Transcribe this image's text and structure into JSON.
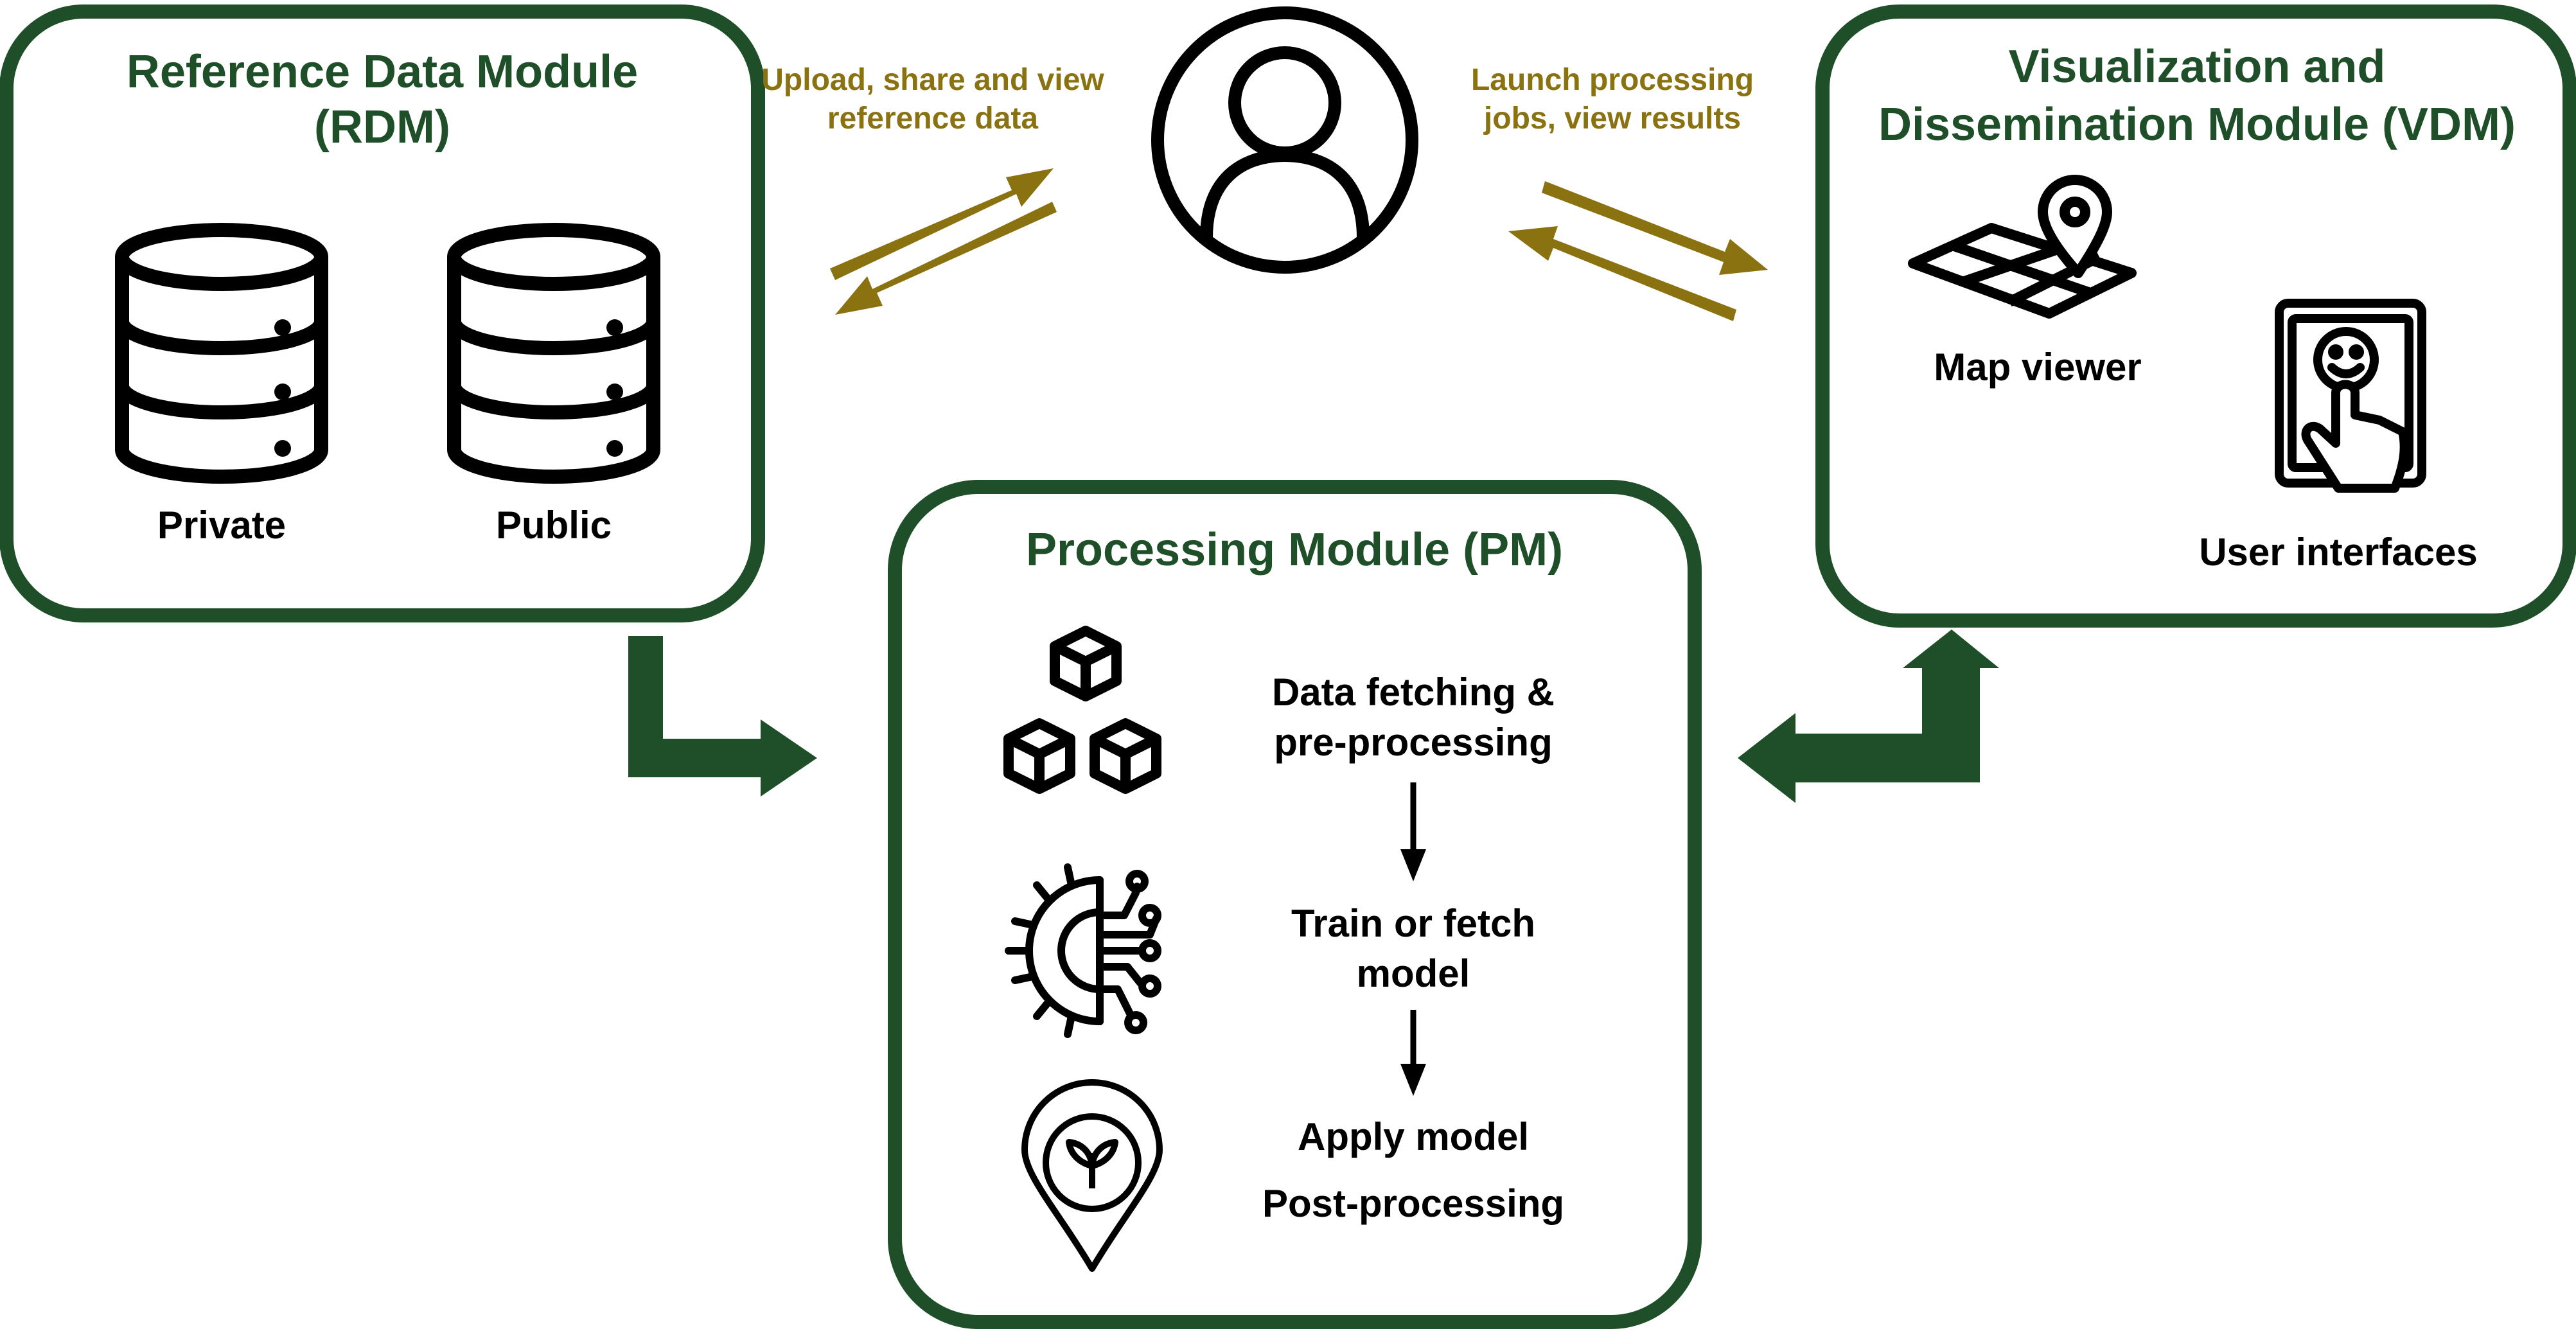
{
  "colors": {
    "module_border": "#1f4f29",
    "title": "#1f4f29",
    "user_arrow": "#8a7211",
    "flow_arrow": "#1f4f29",
    "text": "#000000"
  },
  "rdm": {
    "title_line1": "Reference Data Module",
    "title_line2": "(RDM)",
    "db_private": "Private",
    "db_public": "Public",
    "icons": [
      "database-icon",
      "database-icon"
    ]
  },
  "user": {
    "icon": "user-avatar-icon",
    "left_label_line1": "Upload, share and view",
    "left_label_line2": "reference data",
    "right_label_line1": "Launch processing",
    "right_label_line2": "jobs, view results"
  },
  "vdm": {
    "title_line1": "Visualization and",
    "title_line2": "Dissemination Module (VDM)",
    "map_viewer": "Map viewer",
    "user_interfaces": "User interfaces",
    "icons": [
      "map-pin-icon",
      "touch-screen-icon"
    ]
  },
  "pm": {
    "title": "Processing Module (PM)",
    "step1_line1": "Data fetching &",
    "step1_line2": "pre-processing",
    "step2_line1": "Train or fetch",
    "step2_line2": "model",
    "step3": "Apply model",
    "step4": "Post-processing",
    "icons": [
      "cubes-icon",
      "ai-gear-icon",
      "plant-location-icon"
    ]
  }
}
